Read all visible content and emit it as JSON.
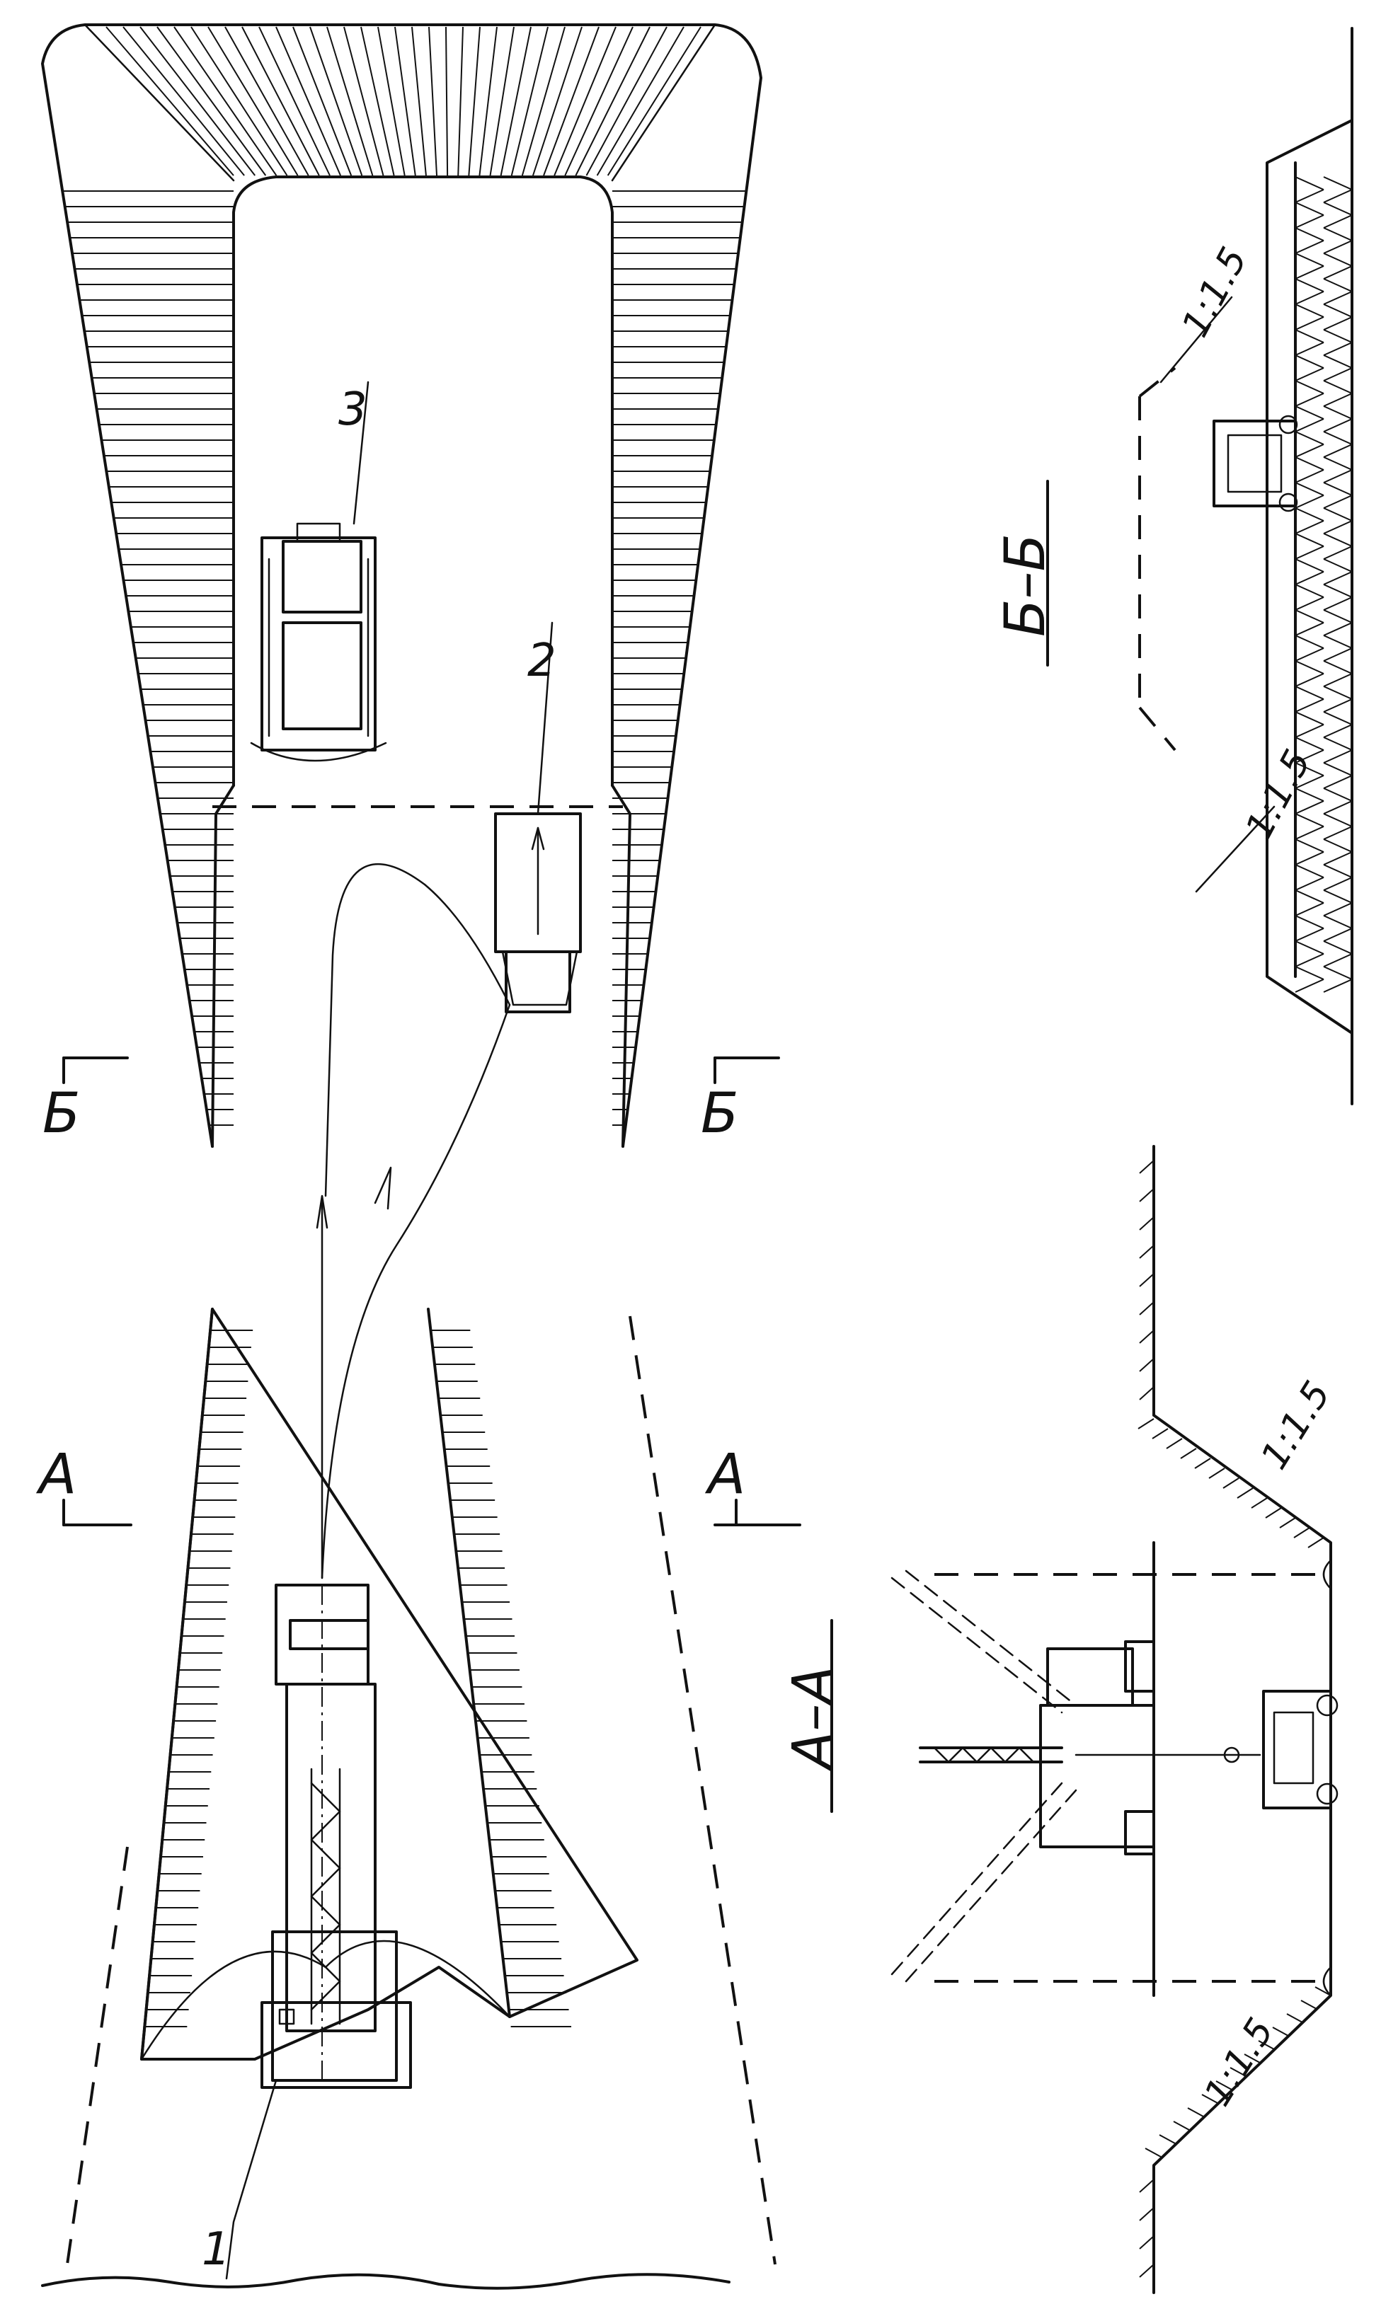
{
  "diagram": {
    "callouts": [
      {
        "id": "1",
        "text": "1"
      },
      {
        "id": "2",
        "text": "2"
      },
      {
        "id": "3",
        "text": "3"
      }
    ],
    "cut_marks": {
      "a": "A",
      "b": "Б"
    },
    "section_titles": {
      "aa": "A–A",
      "bb": "Б–Б"
    },
    "slopes": {
      "aa_upper": "1:1.5",
      "aa_lower": "1:1.5",
      "bb_upper": "1:1.5",
      "bb_lower": "1:1.5"
    },
    "colors": {
      "ink": "#111111",
      "paper": "#ffffff"
    }
  }
}
